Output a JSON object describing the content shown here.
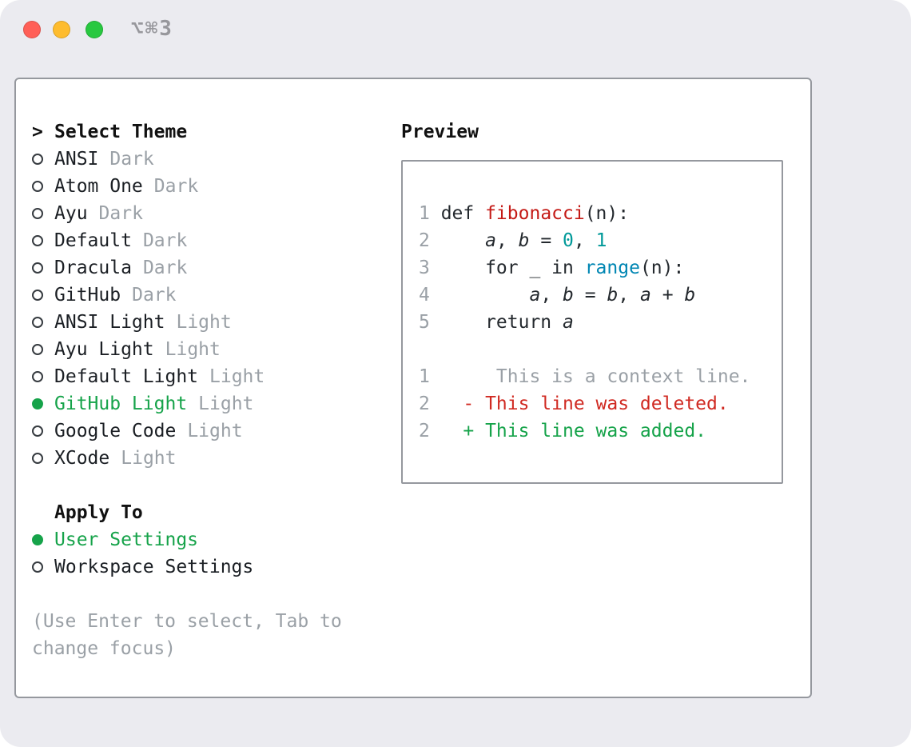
{
  "window": {
    "titlebar_shortcut": "⌥⌘3"
  },
  "theme_list": {
    "header_prefix": ">",
    "header": "Select Theme",
    "items": [
      {
        "name": "ANSI",
        "variant": "Dark",
        "selected": false
      },
      {
        "name": "Atom One",
        "variant": "Dark",
        "selected": false
      },
      {
        "name": "Ayu",
        "variant": "Dark",
        "selected": false
      },
      {
        "name": "Default",
        "variant": "Dark",
        "selected": false
      },
      {
        "name": "Dracula",
        "variant": "Dark",
        "selected": false
      },
      {
        "name": "GitHub",
        "variant": "Dark",
        "selected": false
      },
      {
        "name": "ANSI Light",
        "variant": "Light",
        "selected": false
      },
      {
        "name": "Ayu Light",
        "variant": "Light",
        "selected": false
      },
      {
        "name": "Default Light",
        "variant": "Light",
        "selected": false
      },
      {
        "name": "GitHub Light",
        "variant": "Light",
        "selected": true
      },
      {
        "name": "Google Code",
        "variant": "Light",
        "selected": false
      },
      {
        "name": "XCode",
        "variant": "Light",
        "selected": false
      }
    ]
  },
  "apply_to": {
    "header": "Apply To",
    "options": [
      {
        "name": "User Settings",
        "variant": "",
        "selected": true
      },
      {
        "name": "Workspace Settings",
        "variant": "",
        "selected": false
      }
    ]
  },
  "hint": [
    "(Use Enter to select, Tab to",
    "change focus)"
  ],
  "preview": {
    "header": "Preview",
    "lines": [
      {
        "num": "1",
        "segments": [
          {
            "t": "def ",
            "s": "fg"
          },
          {
            "t": "fibonacci",
            "s": "func"
          },
          {
            "t": "(n):",
            "s": "fg"
          }
        ]
      },
      {
        "num": "2",
        "segments": [
          {
            "t": "    ",
            "s": "fg"
          },
          {
            "t": "a",
            "s": "var"
          },
          {
            "t": ", ",
            "s": "fg"
          },
          {
            "t": "b",
            "s": "var"
          },
          {
            "t": " = ",
            "s": "fg"
          },
          {
            "t": "0",
            "s": "num"
          },
          {
            "t": ", ",
            "s": "fg"
          },
          {
            "t": "1",
            "s": "num"
          }
        ]
      },
      {
        "num": "3",
        "segments": [
          {
            "t": "    for _ in ",
            "s": "fg"
          },
          {
            "t": "range",
            "s": "builtin"
          },
          {
            "t": "(n):",
            "s": "fg"
          }
        ]
      },
      {
        "num": "4",
        "segments": [
          {
            "t": "        ",
            "s": "fg"
          },
          {
            "t": "a",
            "s": "var"
          },
          {
            "t": ", ",
            "s": "fg"
          },
          {
            "t": "b",
            "s": "var"
          },
          {
            "t": " = ",
            "s": "fg"
          },
          {
            "t": "b",
            "s": "var"
          },
          {
            "t": ", ",
            "s": "fg"
          },
          {
            "t": "a",
            "s": "var"
          },
          {
            "t": " + ",
            "s": "fg"
          },
          {
            "t": "b",
            "s": "var"
          }
        ]
      },
      {
        "num": "5",
        "segments": [
          {
            "t": "    return ",
            "s": "fg"
          },
          {
            "t": "a",
            "s": "var"
          }
        ]
      },
      {
        "num": "",
        "segments": []
      },
      {
        "num": "1",
        "segments": [
          {
            "t": "     This is a context line.",
            "s": "dim"
          }
        ]
      },
      {
        "num": "2",
        "segments": [
          {
            "t": "  - This line was deleted.",
            "s": "del"
          }
        ]
      },
      {
        "num": "2",
        "segments": [
          {
            "t": "  + This line was added.",
            "s": "add"
          }
        ]
      }
    ]
  },
  "colors": {
    "accent-green": "#16a34a",
    "added-green": "#16a34a",
    "deleted-red": "#d02a22",
    "func-red": "#c41a16",
    "number-teal": "#009999",
    "builtin-blue": "#0086b3",
    "code-fg": "#24292e",
    "dim-gray": "#9aa0a6",
    "window-bg": "#ebebf0",
    "panel-border": "#95989e",
    "traffic-red": "#ff5f57",
    "traffic-yellow": "#febc2e",
    "traffic-green": "#28c840"
  }
}
